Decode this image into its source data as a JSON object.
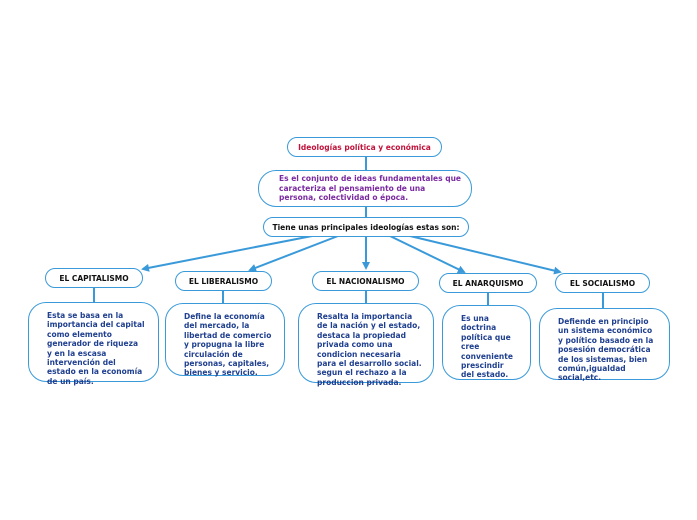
{
  "diagram": {
    "root": {
      "label": "Ideologías política y económica",
      "color": "#c0143c"
    },
    "definition": {
      "text": "Es el conjunto de ideas fundamentales que caracteriza el pensamiento de una persona, colectividad o época.",
      "color": "#7a2aa0"
    },
    "connector_node": {
      "label": "Tiene unas principales ideologías estas son:"
    },
    "branches": [
      {
        "label": "EL CAPITALISMO",
        "description": "Esta se basa en la importancia del capital como elemento generador de riqueza y en la escasa intervención del estado en la economía de un país."
      },
      {
        "label": "EL LIBERALISMO",
        "description": "Define la economía del mercado, la libertad de comercio y propugna la libre circulación de personas, capitales, bienes y servicio."
      },
      {
        "label": "EL NACIONALISMO",
        "description": "Resalta la importancia de la nación y el estado, destaca la propiedad privada como una condicion necesaria para el desarrollo social. segun el rechazo a la produccion privada."
      },
      {
        "label": "EL ANARQUISMO",
        "description": "Es una doctrina política que cree conveniente prescindir del estado."
      },
      {
        "label": "EL SOCIALISMO",
        "description": "Defiende en principio un sistema económico y político basado en la posesión democrática de los sistemas, bien común,igualdad social,etc."
      }
    ],
    "colors": {
      "border": "#3a9ad9",
      "connector": "#3a9ad9",
      "description_text": "#1f3f8f",
      "label_text": "#111111"
    }
  }
}
